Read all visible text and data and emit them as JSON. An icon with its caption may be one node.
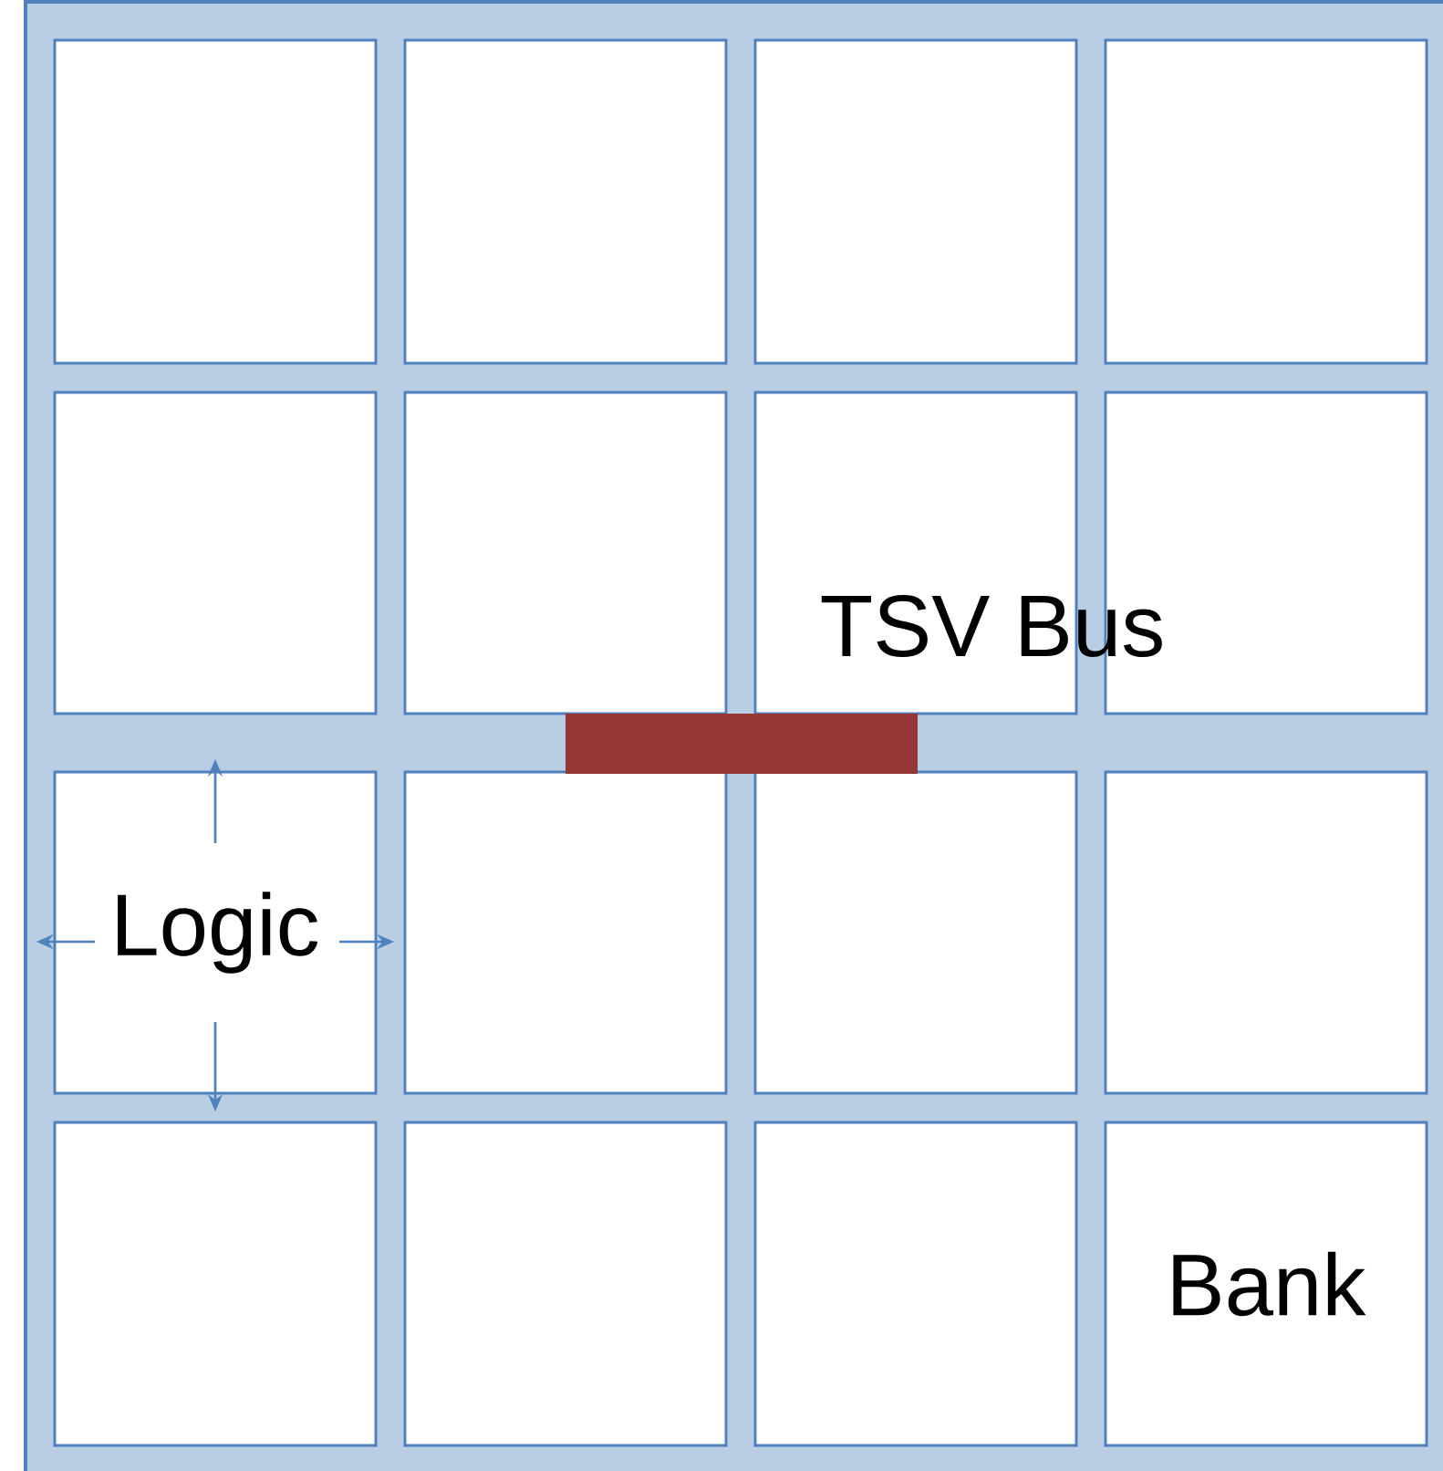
{
  "diagram": {
    "nodes": [
      {
        "text": [],
        "shape": "box"
      },
      {
        "text": [],
        "shape": "box"
      },
      {
        "text": [],
        "shape": "box"
      },
      {
        "text": [],
        "shape": "box"
      },
      {
        "text": [],
        "shape": "box"
      },
      {
        "text": [],
        "shape": "box"
      },
      {
        "text": [],
        "shape": "box"
      },
      {
        "text": [],
        "shape": "box"
      },
      {
        "text": [
          "Logic"
        ]
      },
      {
        "text": [],
        "shape": "box"
      },
      {
        "text": [],
        "shape": "box"
      },
      {
        "text": [],
        "shape": "box"
      },
      {
        "text": [],
        "shape": "box"
      },
      {
        "text": [],
        "shape": "box"
      },
      {
        "text": [],
        "shape": "box"
      },
      {
        "text": [
          "Bank"
        ]
      },
      {
        "text": [],
        "shape": "bar"
      }
    ],
    "labels": [
      "TSV Bus"
    ]
  }
}
